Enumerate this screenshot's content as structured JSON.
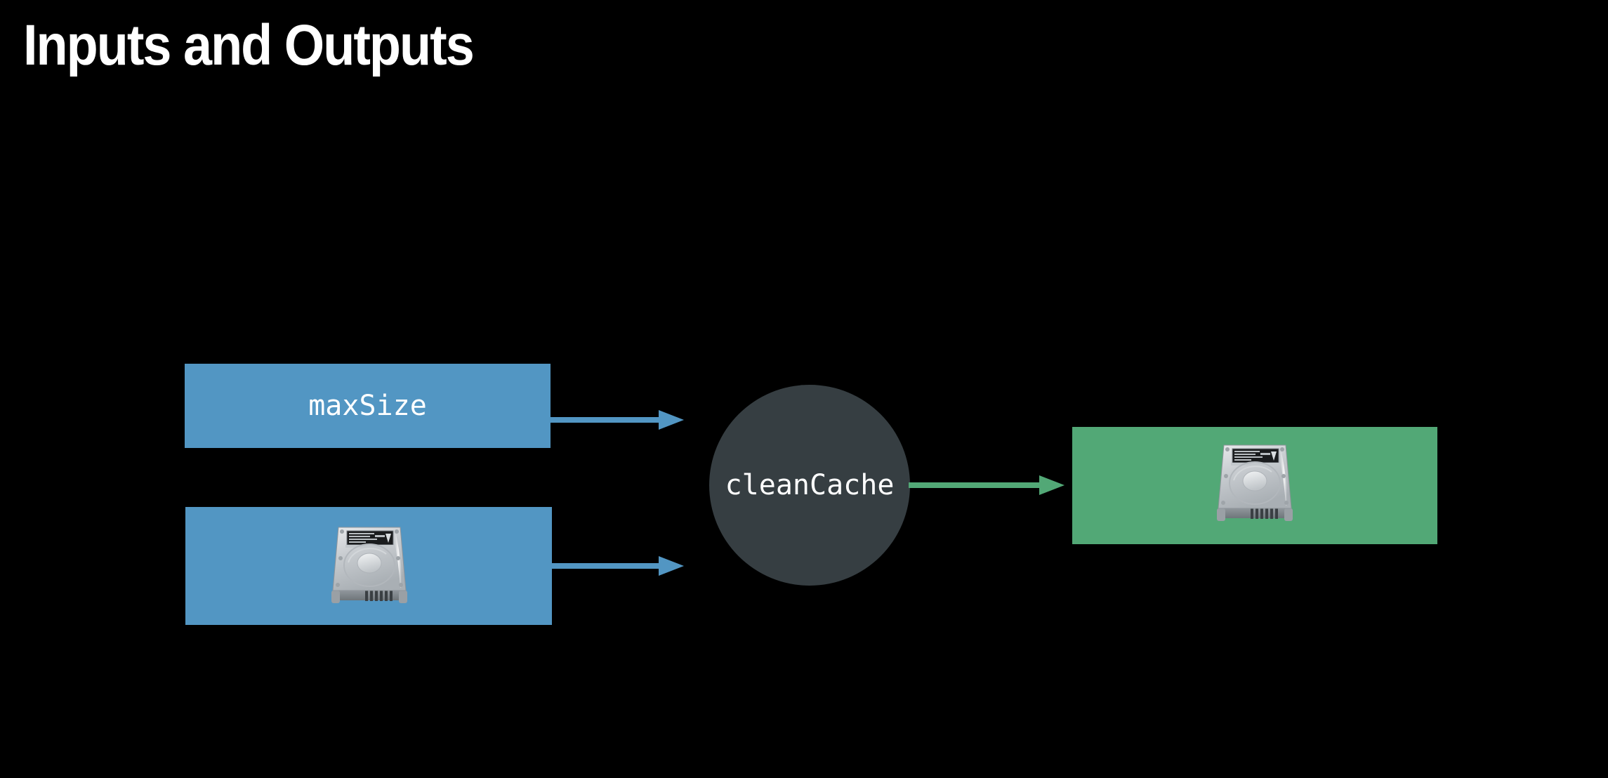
{
  "slide": {
    "title": "Inputs and Outputs",
    "background_color": "#000000",
    "title_color": "#ffffff"
  },
  "colors": {
    "input_blue": "#5296C3",
    "output_green": "#52A876",
    "process_dark": "#363E42",
    "arrow_blue": "#5296C3",
    "arrow_green": "#52A876",
    "label_white": "#ffffff"
  },
  "inputs": [
    {
      "id": "maxsize",
      "label": "maxSize",
      "kind": "text",
      "color": "#5296C3"
    },
    {
      "id": "disk",
      "label": "",
      "kind": "icon",
      "icon": "hard-drive-icon",
      "color": "#5296C3"
    }
  ],
  "process": {
    "label": "cleanCache",
    "color": "#363E42"
  },
  "outputs": [
    {
      "id": "disk",
      "label": "",
      "kind": "icon",
      "icon": "hard-drive-icon",
      "color": "#52A876"
    }
  ],
  "arrows": [
    {
      "id": "maxsize-to-process",
      "from": "input-box-maxsize",
      "to": "process-circle",
      "color": "#5296C3"
    },
    {
      "id": "disk-to-process",
      "from": "input-box-disk",
      "to": "process-circle",
      "color": "#5296C3"
    },
    {
      "id": "process-to-output",
      "from": "process-circle",
      "to": "output-box-disk",
      "color": "#52A876"
    }
  ]
}
